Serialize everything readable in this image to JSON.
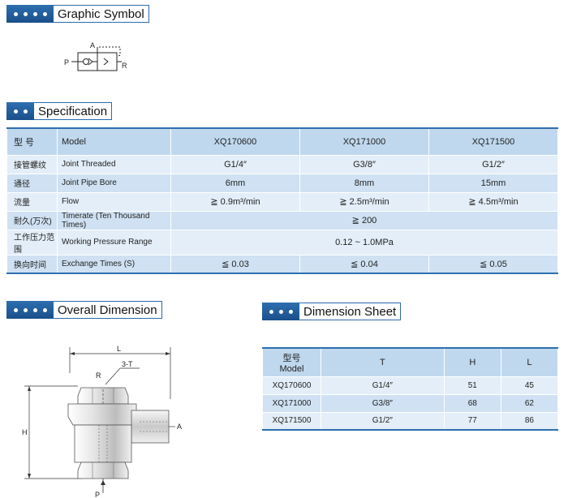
{
  "sections": {
    "graphic_symbol": "Graphic Symbol",
    "specification": "Specification",
    "overall_dimension": "Overall Dimension",
    "dimension_sheet": "Dimension Sheet"
  },
  "symbol": {
    "port_a": "A",
    "port_p": "P",
    "port_r": "R"
  },
  "spec_table": {
    "header": {
      "cn": "型 号",
      "en": "Model",
      "cols": [
        "XQ170600",
        "XQ171000",
        "XQ171500"
      ]
    },
    "rows": [
      {
        "cn": "接管螺纹",
        "en": "Joint Threaded",
        "v1": "G1/4″",
        "v2": "G3/8″",
        "v3": "G1/2″"
      },
      {
        "cn": "通径",
        "en": "Joint Pipe Bore",
        "v1": "6mm",
        "v2": "8mm",
        "v3": "15mm"
      },
      {
        "cn": "流量",
        "en": "Flow",
        "v1": "≧ 0.9m³/min",
        "v2": "≧ 2.5m³/min",
        "v3": "≧ 4.5m³/min"
      },
      {
        "cn": "耐久(万次)",
        "en": "Timerate (Ten Thousand Times)",
        "span": "≧ 200"
      },
      {
        "cn": "工作压力范围",
        "en": "Working Pressure Range",
        "span": "0.12 ~ 1.0MPa"
      },
      {
        "cn": "换向时间",
        "en": "Exchange Times (S)",
        "v1": "≦ 0.03",
        "v2": "≦ 0.04",
        "v3": "≦ 0.05"
      }
    ]
  },
  "dimension_drawing": {
    "L": "L",
    "H": "H",
    "R": "R",
    "thread": "3-T",
    "A": "A",
    "P": "P"
  },
  "dimension_sheet": {
    "header": {
      "model_cn": "型号",
      "model_en": "Model",
      "T": "T",
      "H": "H",
      "L": "L"
    },
    "rows": [
      {
        "model": "XQ170600",
        "T": "G1/4″",
        "H": "51",
        "L": "45"
      },
      {
        "model": "XQ171000",
        "T": "G3/8″",
        "H": "68",
        "L": "62"
      },
      {
        "model": "XQ171500",
        "T": "G1/2″",
        "H": "77",
        "L": "86"
      }
    ]
  }
}
